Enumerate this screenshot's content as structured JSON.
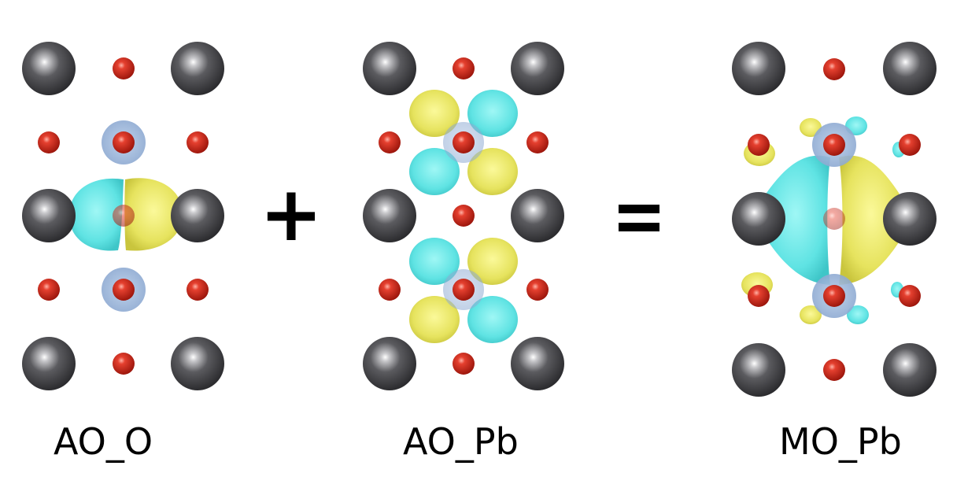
{
  "panels": [
    {
      "id": "ao-o",
      "label": "AO_O"
    },
    {
      "id": "ao-pb",
      "label": "AO_Pb"
    },
    {
      "id": "mo-pb",
      "label": "MO_Pb"
    }
  ],
  "operators": {
    "plus": "+",
    "equals": "="
  },
  "colors": {
    "lead_atom": "#4a4a4d",
    "oxygen_atom": "#d0281c",
    "positive_lobe": "#5fe3e3",
    "negative_lobe": "#e3e35a",
    "core_halo": "#9fb8dc",
    "background": "#ffffff"
  },
  "icons": {
    "lead_atom": "dark-gray-sphere",
    "oxygen_atom": "red-sphere"
  }
}
